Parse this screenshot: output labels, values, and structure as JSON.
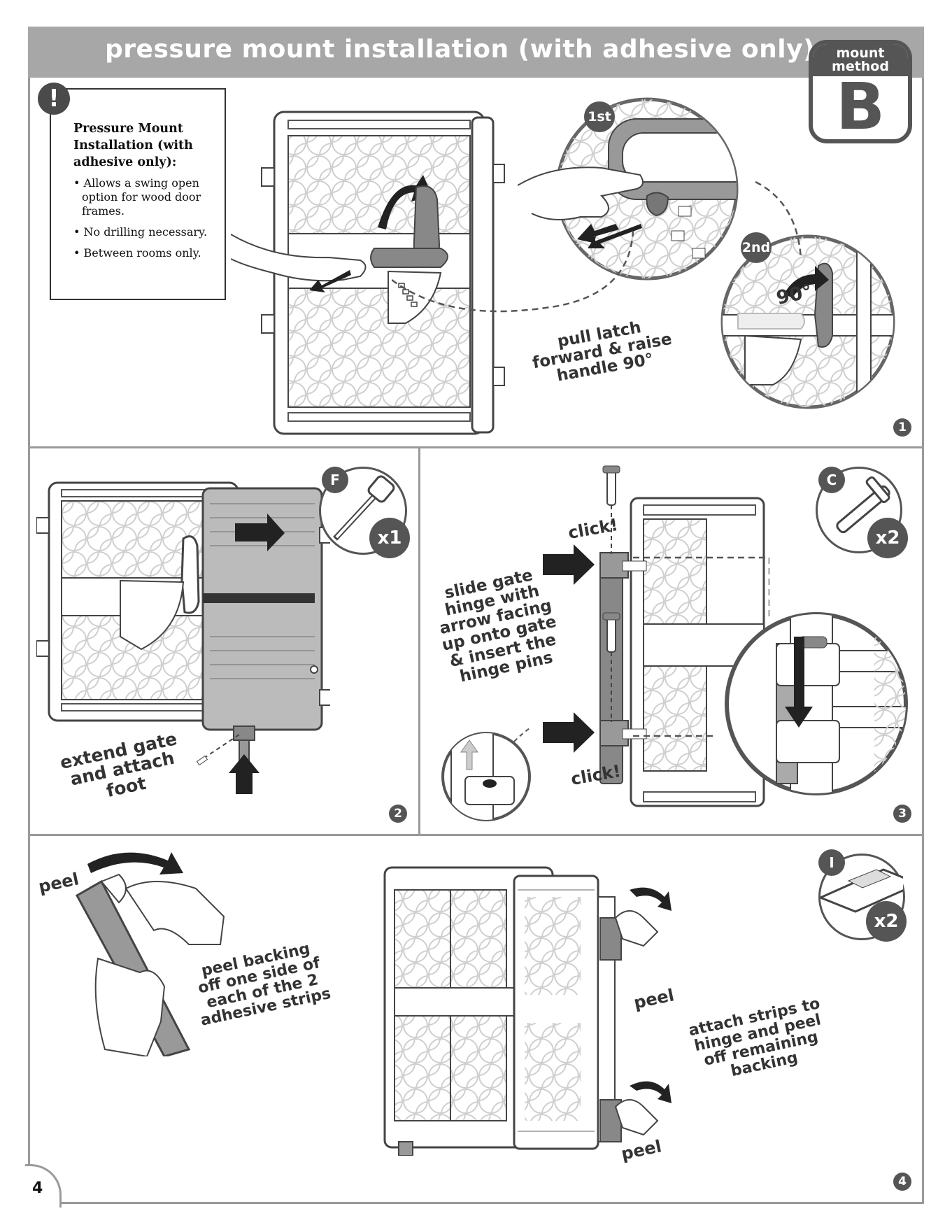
{
  "header": {
    "title": "pressure mount installation (with adhesive only):",
    "badge_top": "mount\nmethod",
    "badge_letter": "B"
  },
  "note": {
    "icon": "exclamation-icon",
    "title": "Pressure Mount Installation (with adhesive only):",
    "items": [
      "Allows a swing open option for wood door frames.",
      "No drilling necessary.",
      "Between rooms only."
    ]
  },
  "step1": {
    "number": "1",
    "first_label": "1st",
    "second_label": "2nd",
    "angle": "90°",
    "caption": "pull latch\nforward & raise\nhandle 90°"
  },
  "step2": {
    "number": "2",
    "part_letter": "F",
    "part_qty": "x1",
    "caption": "extend gate\nand attach\nfoot"
  },
  "step3": {
    "number": "3",
    "part_letter": "C",
    "part_qty": "x2",
    "click_top": "click!",
    "click_bottom": "click!",
    "caption": "slide gate\nhinge with\narrow facing\nup onto gate\n& insert the\nhinge pins"
  },
  "step4": {
    "number": "4",
    "part_letter": "I",
    "part_qty": "x2",
    "peel_left": "peel",
    "caption_left": "peel backing\noff one side of\neach of the 2\nadhesive strips",
    "peel_top": "peel",
    "peel_bottom": "peel",
    "caption_right": "attach strips to\nhinge and peel\noff remaining\nbacking"
  },
  "page": {
    "number": "4"
  }
}
